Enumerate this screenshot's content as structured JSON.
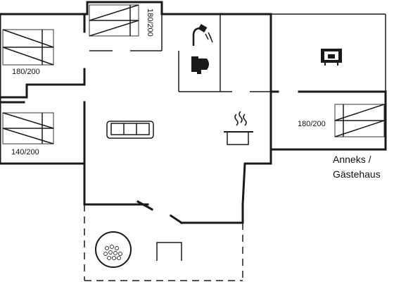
{
  "bed_labels": {
    "bed_top_left": "180/200",
    "bed_top_center": "180/200",
    "bed_left_lower": "140/200",
    "bed_annex": "180/200"
  },
  "annex_label": {
    "line1": "Anneks /",
    "line2": "Gästehaus"
  },
  "icons": [
    "sofa-icon",
    "cooking-pot-icon",
    "toilet-icon",
    "shower-icon",
    "tv-icon",
    "hot-tub-icon"
  ],
  "colors": {
    "walls": "#1a1a1a",
    "background": "#ffffff"
  }
}
